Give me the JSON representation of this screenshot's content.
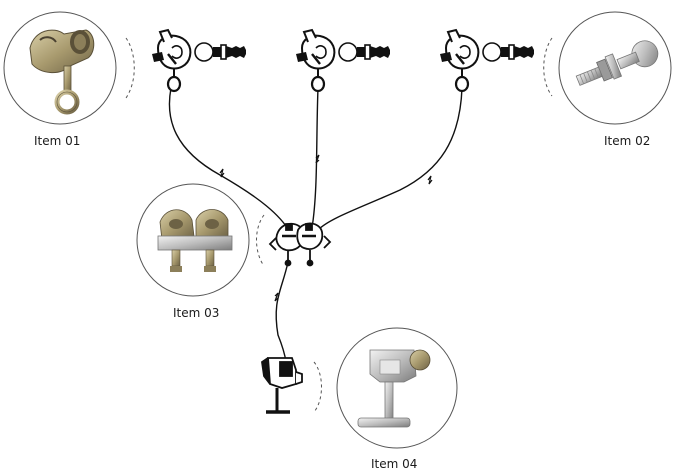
{
  "items": [
    {
      "id": "item-01",
      "label": "Item 01",
      "depicts": "clamp-with-eye-bolt"
    },
    {
      "id": "item-02",
      "label": "Item 02",
      "depicts": "ball-stud"
    },
    {
      "id": "item-03",
      "label": "Item 03",
      "depicts": "twin-cluster-clamp"
    },
    {
      "id": "item-04",
      "label": "Item 04",
      "depicts": "c-clamp-with-t-handle"
    }
  ],
  "colors": {
    "line": "#111111",
    "metal_bronze": "#a89a6e",
    "metal_silver": "#c9c9c9",
    "circle_outline": "#555555"
  }
}
